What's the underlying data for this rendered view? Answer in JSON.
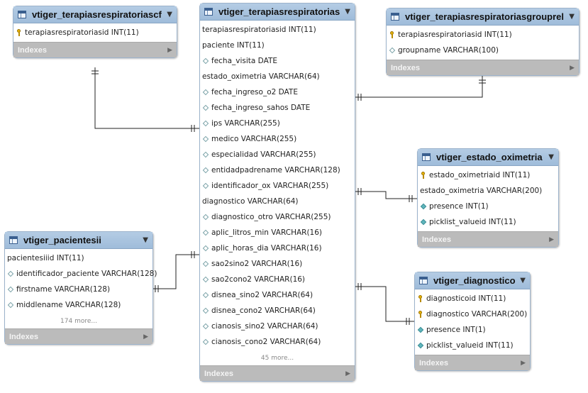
{
  "indexes_label": "Indexes",
  "tables": {
    "cf": {
      "name": "vtiger_terapiasrespiratoriascf",
      "columns": [
        {
          "icon": "key",
          "text": "terapiasrespiratoriasid INT(11)"
        }
      ]
    },
    "main": {
      "name": "vtiger_terapiasrespiratorias",
      "columns": [
        {
          "icon": "none",
          "text": "terapiasrespiratoriasid INT(11)"
        },
        {
          "icon": "none",
          "text": "paciente INT(11)"
        },
        {
          "icon": "diamond",
          "text": "fecha_visita DATE"
        },
        {
          "icon": "none",
          "text": "estado_oximetria VARCHAR(64)"
        },
        {
          "icon": "diamond",
          "text": "fecha_ingreso_o2 DATE"
        },
        {
          "icon": "diamond",
          "text": "fecha_ingreso_sahos DATE"
        },
        {
          "icon": "diamond",
          "text": "ips VARCHAR(255)"
        },
        {
          "icon": "diamond",
          "text": "medico VARCHAR(255)"
        },
        {
          "icon": "diamond",
          "text": "especialidad VARCHAR(255)"
        },
        {
          "icon": "diamond",
          "text": "entidadpadrename VARCHAR(128)"
        },
        {
          "icon": "diamond",
          "text": "identificador_ox VARCHAR(255)"
        },
        {
          "icon": "none",
          "text": "diagnostico VARCHAR(64)"
        },
        {
          "icon": "diamond",
          "text": "diagnostico_otro VARCHAR(255)"
        },
        {
          "icon": "diamond",
          "text": "aplic_litros_min VARCHAR(16)"
        },
        {
          "icon": "diamond",
          "text": "aplic_horas_dia VARCHAR(16)"
        },
        {
          "icon": "diamond",
          "text": "sao2sino2 VARCHAR(16)"
        },
        {
          "icon": "diamond",
          "text": "sao2cono2 VARCHAR(16)"
        },
        {
          "icon": "diamond",
          "text": "disnea_sino2 VARCHAR(64)"
        },
        {
          "icon": "diamond",
          "text": "disnea_cono2 VARCHAR(64)"
        },
        {
          "icon": "diamond",
          "text": "cianosis_sino2 VARCHAR(64)"
        },
        {
          "icon": "diamond",
          "text": "cianosis_cono2 VARCHAR(64)"
        }
      ],
      "more": "45 more..."
    },
    "grouprel": {
      "name": "vtiger_terapiasrespiratoriasgrouprel",
      "columns": [
        {
          "icon": "key",
          "text": "terapiasrespiratoriasid INT(11)"
        },
        {
          "icon": "diamond",
          "text": "groupname VARCHAR(100)"
        }
      ]
    },
    "oximetria": {
      "name": "vtiger_estado_oximetria",
      "columns": [
        {
          "icon": "key",
          "text": "estado_oximetriaid INT(11)"
        },
        {
          "icon": "none",
          "text": "estado_oximetria VARCHAR(200)"
        },
        {
          "icon": "diamond-filled",
          "text": "presence INT(1)"
        },
        {
          "icon": "diamond-filled",
          "text": "picklist_valueid INT(11)"
        }
      ]
    },
    "pacientesii": {
      "name": "vtiger_pacientesii",
      "columns": [
        {
          "icon": "none",
          "text": "pacientesiiid INT(11)"
        },
        {
          "icon": "diamond",
          "text": "identificador_paciente VARCHAR(128)"
        },
        {
          "icon": "diamond",
          "text": "firstname VARCHAR(128)"
        },
        {
          "icon": "diamond",
          "text": "middlename VARCHAR(128)"
        }
      ],
      "more": "174 more..."
    },
    "diagnostico": {
      "name": "vtiger_diagnostico",
      "columns": [
        {
          "icon": "key",
          "text": "diagnosticoid INT(11)"
        },
        {
          "icon": "key",
          "text": "diagnostico VARCHAR(200)"
        },
        {
          "icon": "diamond-filled",
          "text": "presence INT(1)"
        },
        {
          "icon": "diamond-filled",
          "text": "picklist_valueid INT(11)"
        }
      ]
    }
  }
}
